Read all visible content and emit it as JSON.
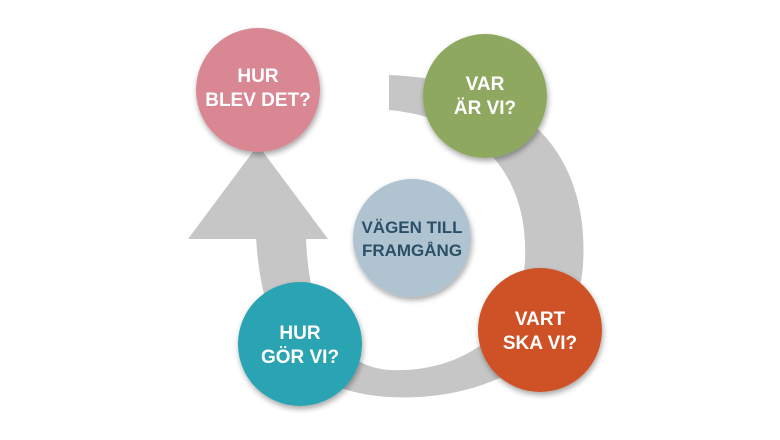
{
  "colors": {
    "arrow": "#c6c6c6",
    "hur_blev_det": "#d98793",
    "var_ar_vi": "#8fa860",
    "vart_ska_vi": "#cf5126",
    "hur_gor_vi": "#2aa3b2",
    "center": "#afc4d0",
    "node_text": "#ffffff",
    "center_text": "#2b4f66"
  },
  "nodes": {
    "hur_blev_det": {
      "line1": "HUR",
      "line2": "BLEV DET?"
    },
    "var_ar_vi": {
      "line1": "VAR",
      "line2": "ÄR VI?"
    },
    "vart_ska_vi": {
      "line1": "VART",
      "line2": "SKA VI?"
    },
    "hur_gor_vi": {
      "line1": "HUR",
      "line2": "GÖR VI?"
    }
  },
  "center": {
    "line1": "VÄGEN TILL",
    "line2": "FRAMGÅNG"
  }
}
